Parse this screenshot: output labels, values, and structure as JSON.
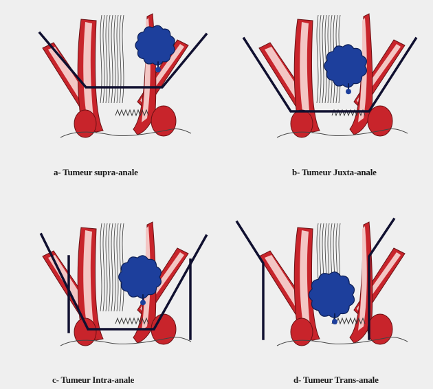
{
  "panels": [
    {
      "id": "a",
      "caption": "a-   Tumeur supra-anale"
    },
    {
      "id": "b",
      "caption": "b- Tumeur Juxta-anale"
    },
    {
      "id": "c",
      "caption": "c- Tumeur Intra-anale"
    },
    {
      "id": "d",
      "caption": "d- Tumeur Trans-anale"
    }
  ],
  "colors": {
    "background": "#efefef",
    "muscle": "#c8242b",
    "muscle_light": "#f3c6c4",
    "tumor": "#1d3f9c",
    "resection_line": "#101030",
    "mucosa_stroke": "#3a3a3a"
  }
}
